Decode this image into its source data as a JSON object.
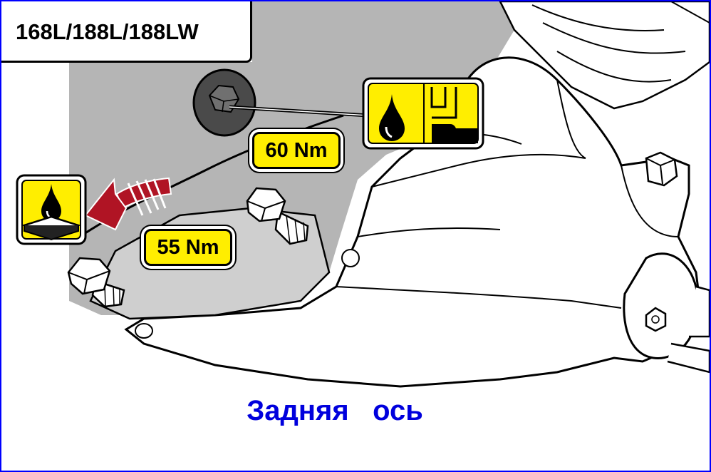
{
  "model_label": "168L/188L/188LW",
  "torque": {
    "fill_plug": "60 Nm",
    "mount_bolt": "55 Nm"
  },
  "caption": "Задняя   ось",
  "icons": {
    "fill_plug_icon": "oil-fill-level-icon",
    "drain_icon": "oil-drain-pan-icon",
    "arrow": "rotation-arrow-icon"
  },
  "colors": {
    "frame": "#0000ff",
    "caption": "#0000dd",
    "label_yellow": "#ffee00",
    "arrow_red": "#b01424",
    "shade_gray": "#b5b5b5"
  }
}
